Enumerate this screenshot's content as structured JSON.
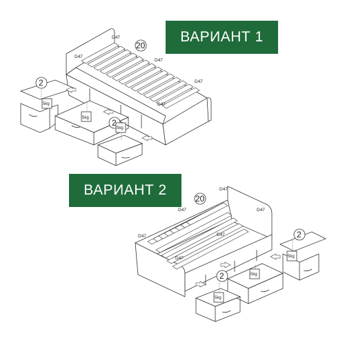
{
  "variant1": {
    "title": "ВАРИАНТ 1",
    "slat_label": "D47",
    "slat_count": "20",
    "drawer_count": "2",
    "weight_limit": "5kg"
  },
  "variant2": {
    "title": "ВАРИАНТ 2",
    "slat_label": "D47",
    "slat_count": "20",
    "drawer_count": "2",
    "weight_limit": "5kg"
  },
  "colors": {
    "banner": "#1f6b3a",
    "banner_text": "#ffffff",
    "line": "#333333"
  }
}
